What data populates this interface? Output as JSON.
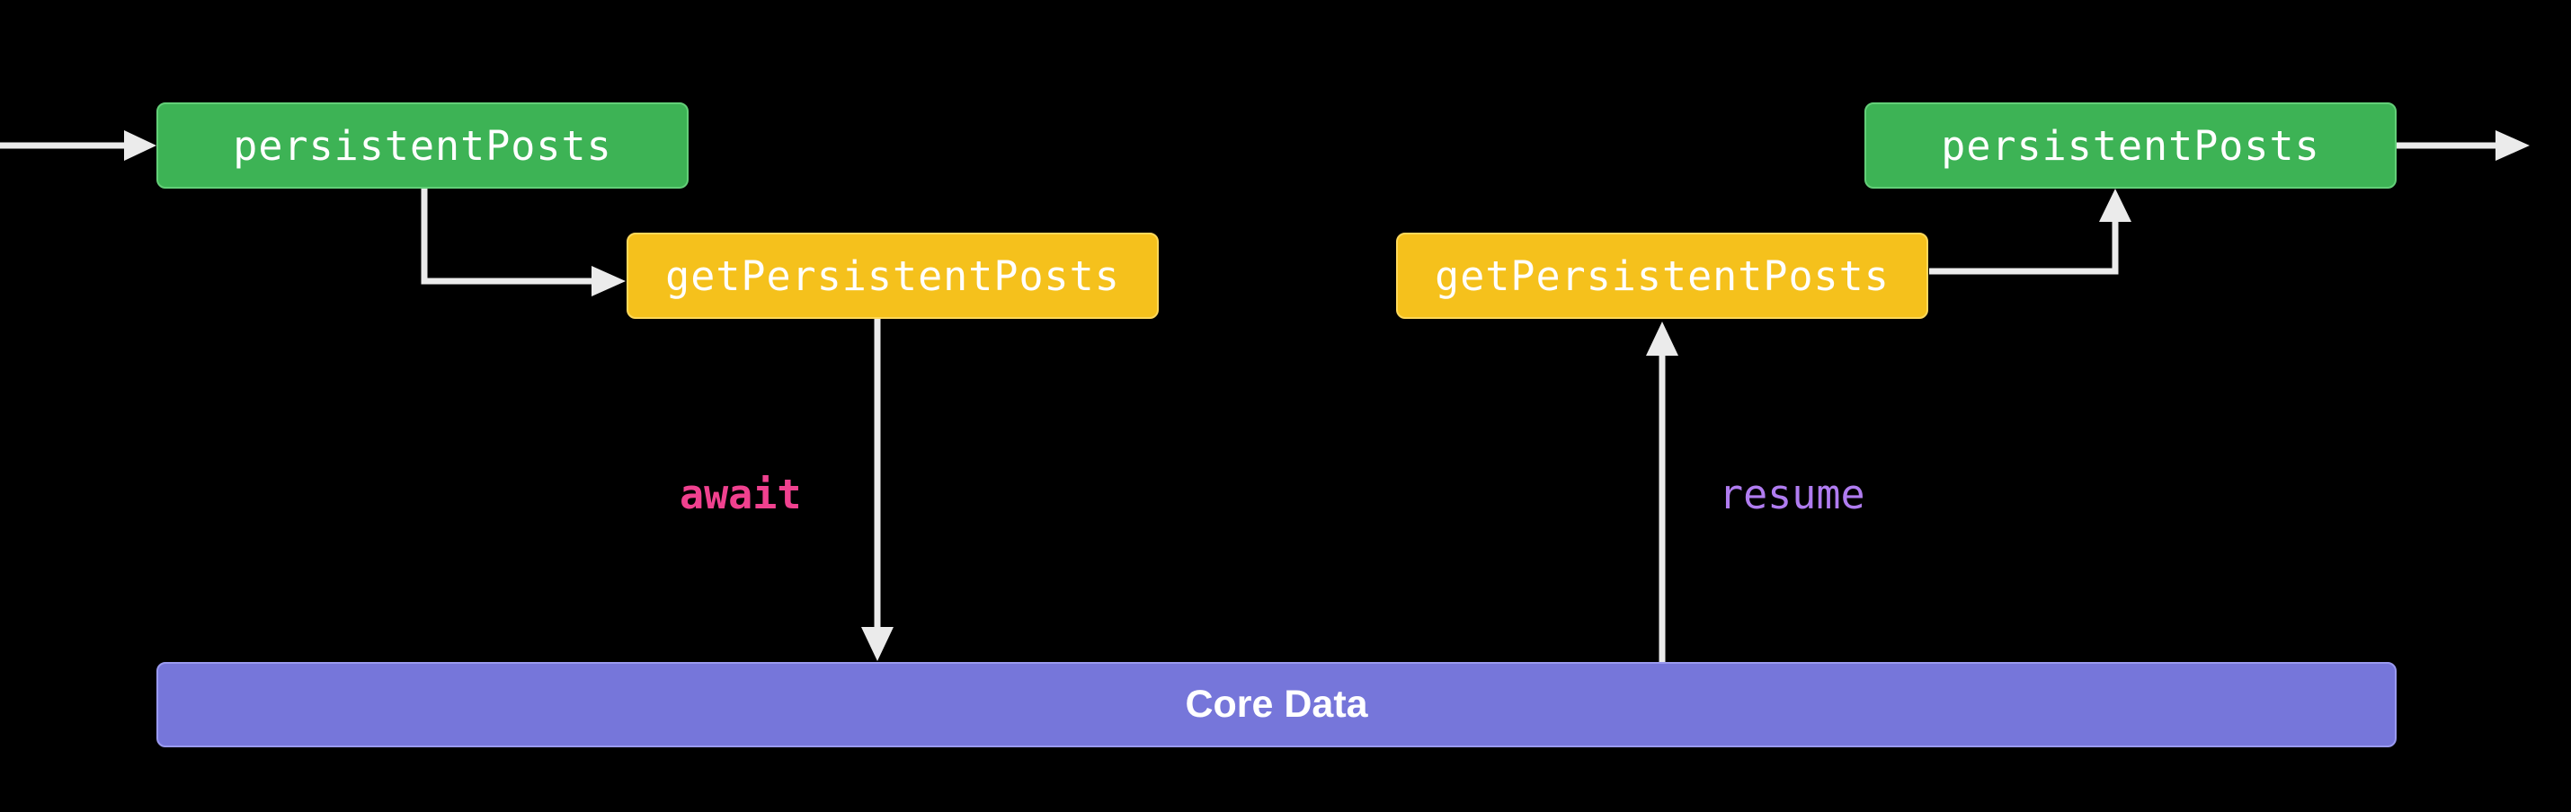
{
  "nodes": {
    "persistent_posts_left": "persistentPosts",
    "get_persistent_posts_left": "getPersistentPosts",
    "get_persistent_posts_right": "getPersistentPosts",
    "persistent_posts_right": "persistentPosts",
    "core_data": "Core Data"
  },
  "edge_labels": {
    "await": "await",
    "resume": "resume"
  },
  "colors": {
    "function_box": "#3db355",
    "subfunction_box": "#f5c11c",
    "core_data_box": "#7676da",
    "await_text": "#f0418f",
    "resume_text": "#b07cf0",
    "arrow": "#ebebeb"
  }
}
